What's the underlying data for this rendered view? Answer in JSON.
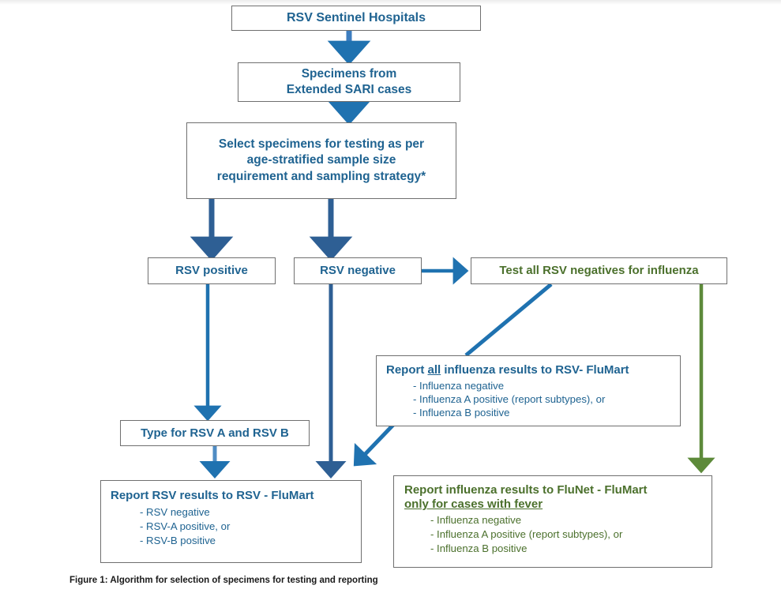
{
  "figure": {
    "caption": "Figure 1: Algorithm for selection of specimens for testing and reporting",
    "colors": {
      "blue_text": "#1f6391",
      "green_text": "#4b702c",
      "blue_arrow": "#1f72b0",
      "dark_blue_arrow": "#2e5f94",
      "green_arrow": "#5d8a3a",
      "box_border": "#6f6f6f",
      "background": "#ffffff"
    }
  },
  "nodes": {
    "sentinel_hospitals": {
      "lines": [
        "RSV Sentinel Hospitals"
      ]
    },
    "specimens": {
      "lines": [
        "Specimens from",
        "Extended SARI cases"
      ]
    },
    "select_specimens": {
      "lines": [
        "Select specimens for testing as per",
        "age-stratified sample size",
        "requirement and sampling strategy*"
      ]
    },
    "rsv_positive": {
      "lines": [
        "RSV positive"
      ]
    },
    "rsv_negative": {
      "lines": [
        "RSV negative"
      ]
    },
    "test_all_rsv_negatives": {
      "lines": [
        "Test all RSV negatives for influenza"
      ]
    },
    "type_rsv_ab": {
      "lines": [
        "Type for RSV A and RSV B"
      ]
    },
    "report_all_influenza": {
      "header_pre": "Report ",
      "header_underlined": "all",
      "header_post": " influenza results to RSV- FluMart",
      "items": [
        "- Influenza negative",
        "- Influenza A positive (report subtypes), or",
        "- Influenza B positive"
      ]
    },
    "report_rsv_results": {
      "header": "Report RSV results to RSV - FluMart",
      "items": [
        "- RSV negative",
        "- RSV-A positive, or",
        "- RSV-B positive"
      ]
    },
    "report_influenza_flunet": {
      "header_line1": "Report influenza results to FluNet - FluMart",
      "header_line2_underlined": "only for cases with fever",
      "items": [
        "- Influenza negative",
        "- Influenza A positive (report subtypes), or",
        "- Influenza B positive"
      ]
    }
  }
}
